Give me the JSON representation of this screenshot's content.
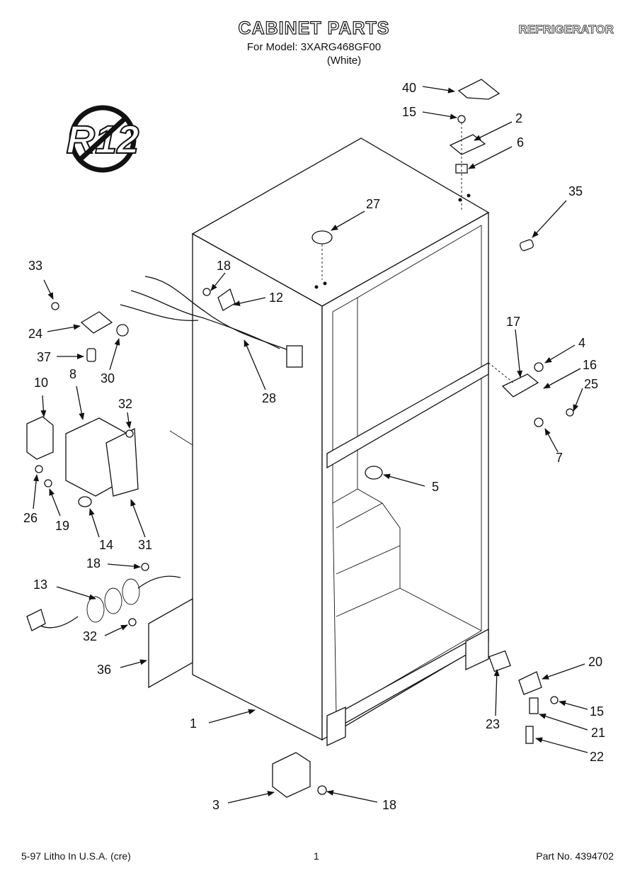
{
  "header": {
    "title": "CABINET PARTS",
    "model_line": "For Model: 3XARG468GF00",
    "color_line": "(White)",
    "category": "REFRIGERATOR"
  },
  "badge": {
    "text": "R12"
  },
  "callouts": {
    "c1": "1",
    "c2": "2",
    "c3": "3",
    "c4": "4",
    "c5": "5",
    "c6": "6",
    "c7": "7",
    "c8": "8",
    "c10": "10",
    "c12": "12",
    "c13": "13",
    "c14": "14",
    "c15a": "15",
    "c15b": "15",
    "c16": "16",
    "c17": "17",
    "c18a": "18",
    "c18b": "18",
    "c18c": "18",
    "c19": "19",
    "c20": "20",
    "c21": "21",
    "c22": "22",
    "c23": "23",
    "c24": "24",
    "c25": "25",
    "c26": "26",
    "c27": "27",
    "c28": "28",
    "c30": "30",
    "c31": "31",
    "c32a": "32",
    "c32b": "32",
    "c33": "33",
    "c35": "35",
    "c36": "36",
    "c37": "37",
    "c40": "40"
  },
  "footer": {
    "left": "5-97 Litho In U.S.A. (cre)",
    "page": "1",
    "right": "Part No. 4394702"
  }
}
